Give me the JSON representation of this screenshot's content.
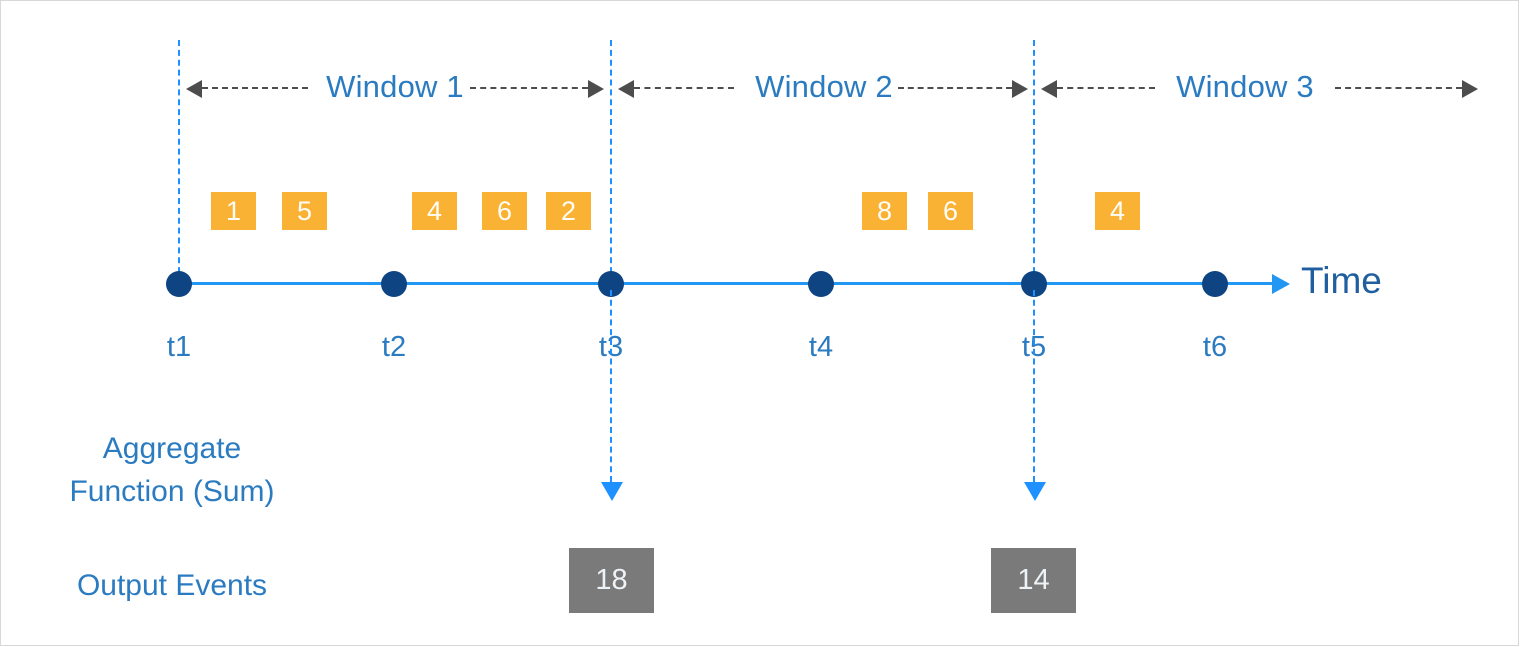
{
  "diagram": {
    "title": "Tumbling window aggregation timeline",
    "colors": {
      "dashed_boundary": "#1E90FF",
      "timeline": "#2196F3",
      "timeline_dot": "#0d4481",
      "input_event": "#F9B233",
      "output_event": "#7a7a7a",
      "label_blue": "#2b7bc0",
      "arrow_gray": "#4d4d4d"
    },
    "windows": [
      {
        "label": "Window 1"
      },
      {
        "label": "Window 2"
      },
      {
        "label": "Window 3"
      }
    ],
    "axis": {
      "label": "Time",
      "ticks": [
        {
          "label": "t1"
        },
        {
          "label": "t2"
        },
        {
          "label": "t3"
        },
        {
          "label": "t4"
        },
        {
          "label": "t5"
        },
        {
          "label": "t6"
        }
      ]
    },
    "input_events": [
      {
        "value": "1"
      },
      {
        "value": "5"
      },
      {
        "value": "4"
      },
      {
        "value": "6"
      },
      {
        "value": "2"
      },
      {
        "value": "8"
      },
      {
        "value": "6"
      },
      {
        "value": "4"
      }
    ],
    "captions": {
      "aggregate": "Aggregate\nFunction (Sum)",
      "output": "Output Events"
    },
    "output_events": [
      {
        "value": "18"
      },
      {
        "value": "14"
      }
    ]
  },
  "chart_data": {
    "type": "diagram",
    "title": "Tumbling window aggregation over a time axis",
    "xlabel": "Time",
    "ylabel": "",
    "axis_ticks": [
      "t1",
      "t2",
      "t3",
      "t4",
      "t5",
      "t6"
    ],
    "windows": [
      {
        "name": "Window 1",
        "start": "t1",
        "end": "t3",
        "events": [
          1,
          5,
          4,
          6,
          2
        ],
        "aggregate": "Sum",
        "output": 18
      },
      {
        "name": "Window 2",
        "start": "t3",
        "end": "t5",
        "events": [
          8,
          6
        ],
        "aggregate": "Sum",
        "output": 14
      },
      {
        "name": "Window 3",
        "start": "t5",
        "end": null,
        "events": [
          4
        ],
        "aggregate": "Sum",
        "output": null
      }
    ],
    "legend": [],
    "grid": false
  }
}
